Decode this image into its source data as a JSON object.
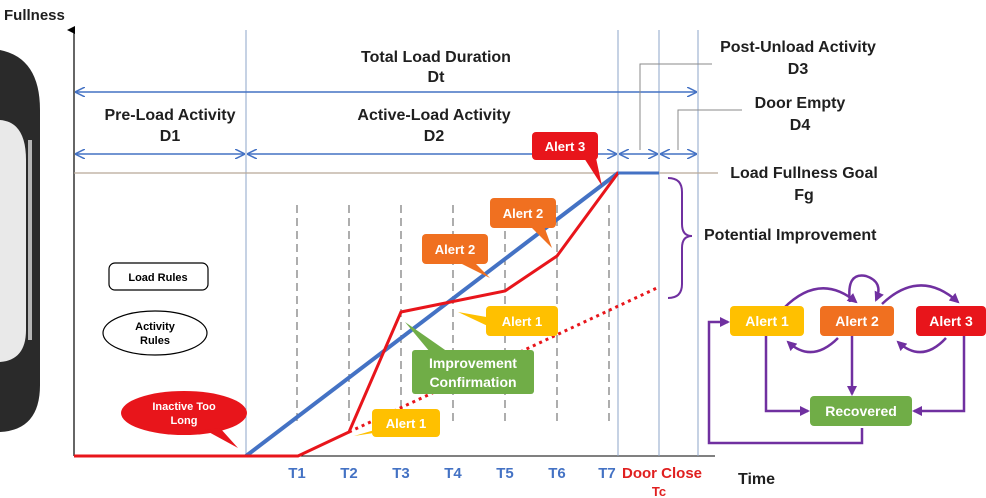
{
  "axis": {
    "y_label": "Fullness",
    "x_label": "Time",
    "ticks": [
      "T1",
      "T2",
      "T3",
      "T4",
      "T5",
      "T6",
      "T7"
    ],
    "door_close_line1": "Door Close",
    "door_close_line2": "Tc"
  },
  "durations": {
    "total": {
      "line1": "Total Load Duration",
      "line2": "Dt"
    },
    "preload": {
      "line1": "Pre-Load Activity",
      "line2": "D1"
    },
    "activeload": {
      "line1": "Active-Load Activity",
      "line2": "D2"
    },
    "postunload": {
      "line1": "Post-Unload Activity",
      "line2": "D3"
    },
    "doorempty": {
      "line1": "Door Empty",
      "line2": "D4"
    }
  },
  "goal": {
    "line1": "Load Fullness Goal",
    "line2": "Fg"
  },
  "potential_improvement": "Potential Improvement",
  "rules": {
    "load_rules": "Load Rules",
    "activity_rules_1": "Activity",
    "activity_rules_2": "Rules"
  },
  "callouts": {
    "inactive_1": "Inactive Too",
    "inactive_2": "Long",
    "alert1_low": "Alert 1",
    "alert1_mid": "Alert 1",
    "alert2_left": "Alert 2",
    "alert2_right": "Alert 2",
    "alert3_top": "Alert 3",
    "improvement_1": "Improvement",
    "improvement_2": "Confirmation"
  },
  "state_machine": {
    "alert1": "Alert 1",
    "alert2": "Alert 2",
    "alert3": "Alert 3",
    "recovered": "Recovered"
  },
  "colors": {
    "blue": "#4472c4",
    "red": "#e8151b",
    "orange": "#f07020",
    "yellow": "#ffc000",
    "green": "#70ad47",
    "purple": "#7030a0"
  }
}
